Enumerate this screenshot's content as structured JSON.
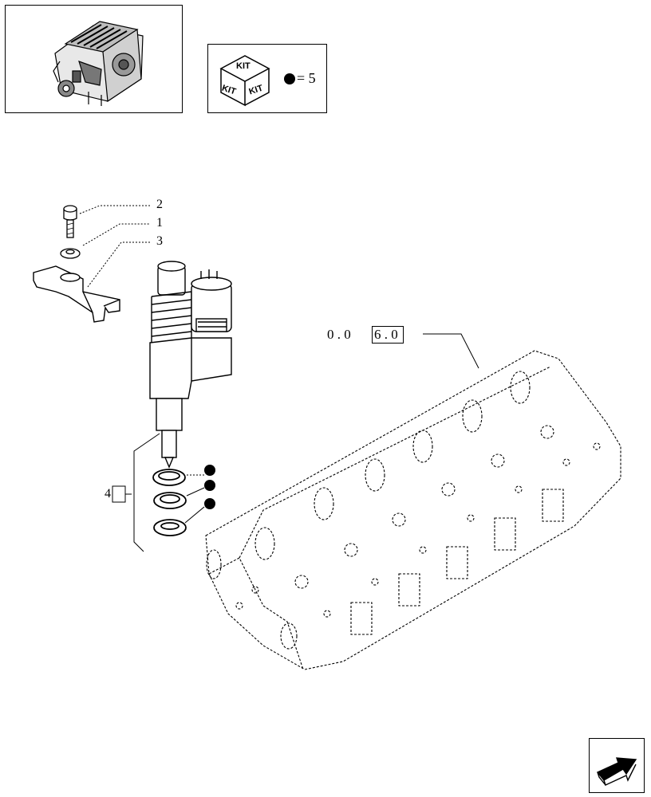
{
  "kit": {
    "top_label": "KIT",
    "left_label": "KIT",
    "right_label": "KIT",
    "legend_text": "= 5"
  },
  "callouts": {
    "item_2": "2",
    "item_1": "1",
    "item_3": "3",
    "item_4": "4"
  },
  "reference": {
    "prefix": "0 . 0",
    "boxed": "6 . 0"
  },
  "icons": [
    "engine-thumbnail-icon",
    "kit-cube-icon",
    "bullet-dot-icon",
    "next-page-arrow-icon"
  ]
}
